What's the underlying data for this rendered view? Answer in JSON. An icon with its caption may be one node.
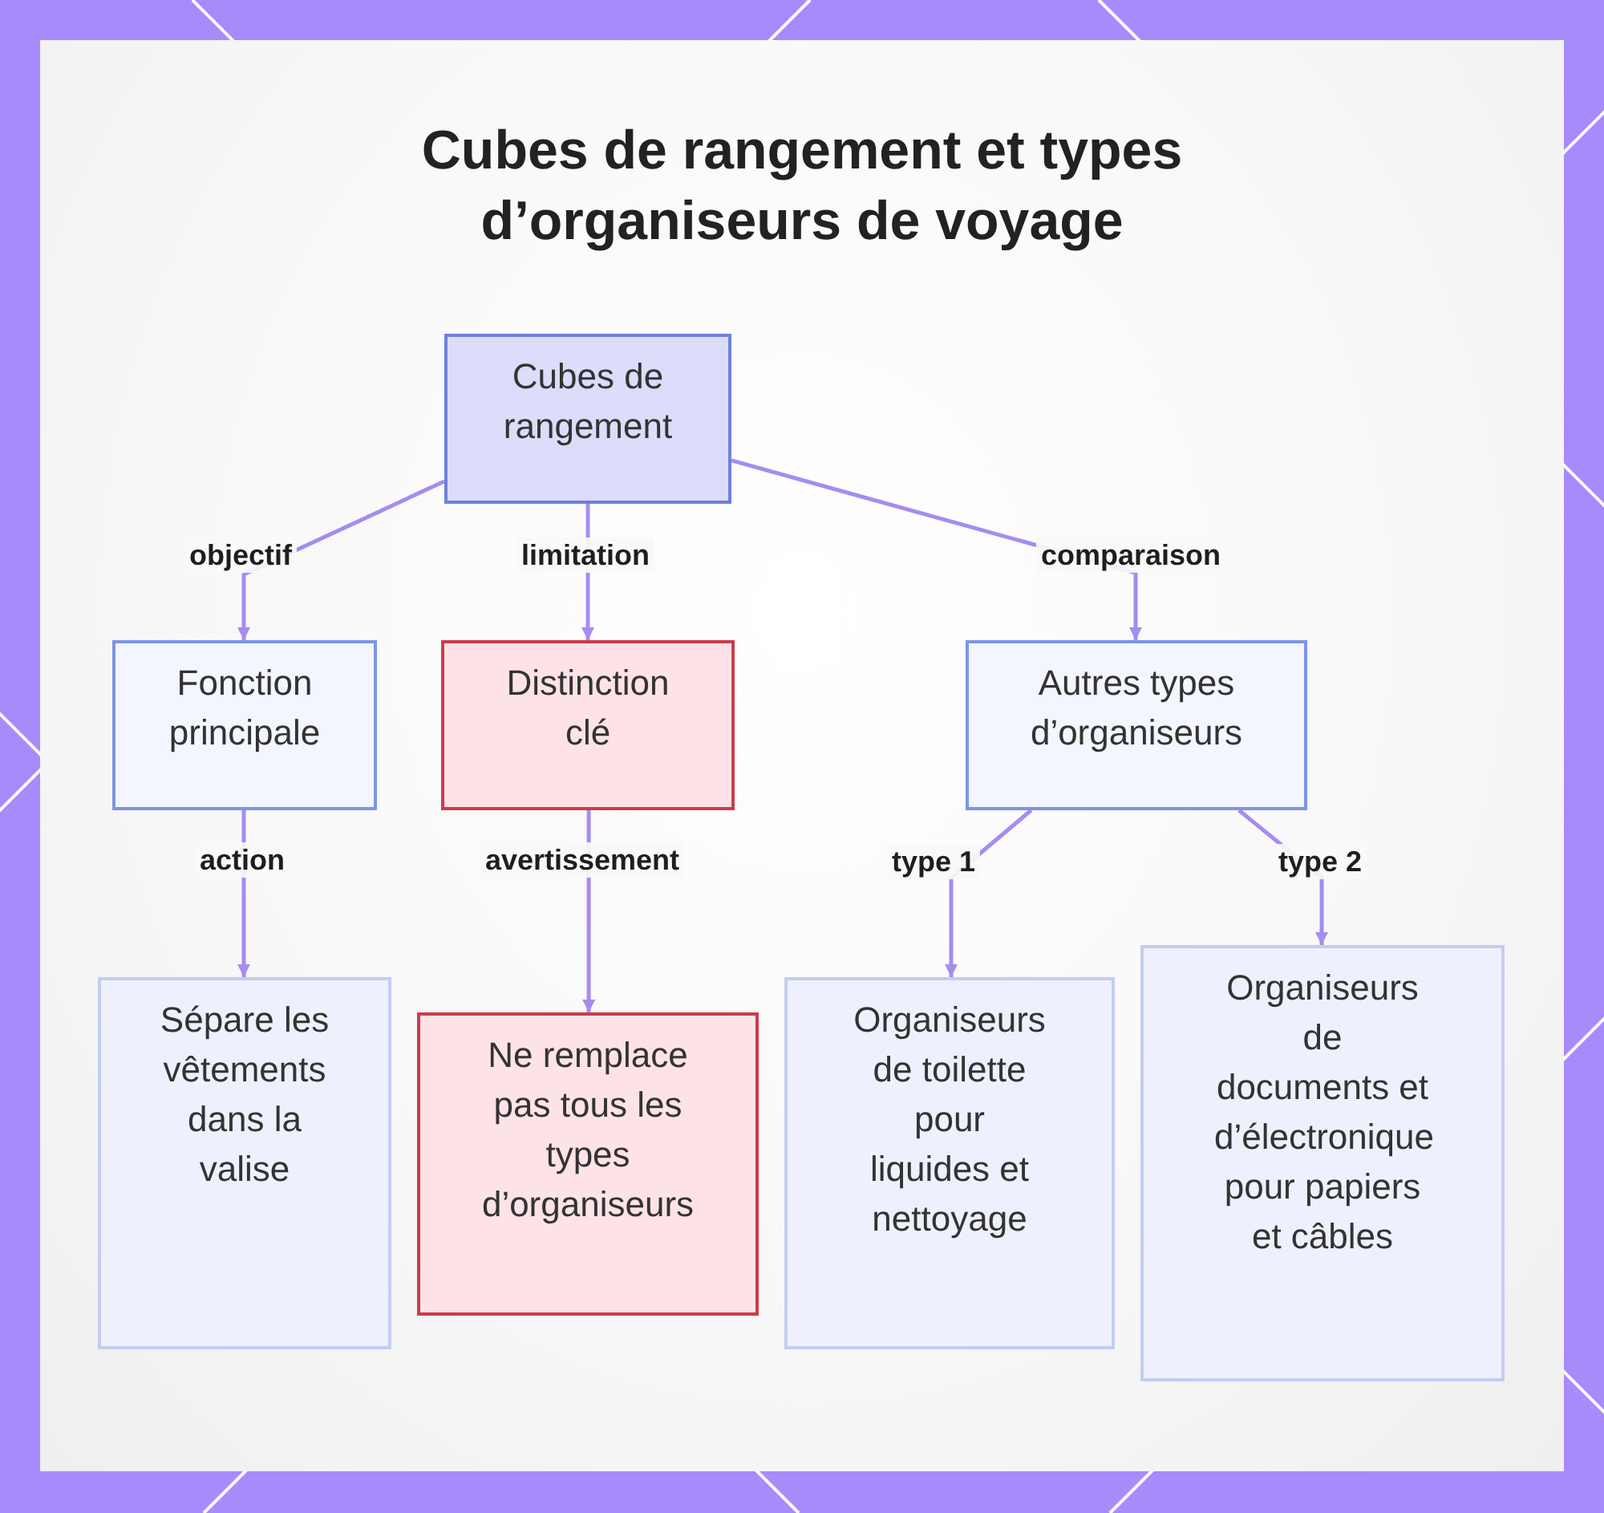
{
  "diagram": {
    "title": "Cubes de rangement et types d’organiseurs de voyage",
    "nodes": [
      {
        "text": [
          "Cubes de rangement"
        ]
      },
      {
        "text": [
          "Fonction principale"
        ]
      },
      {
        "text": [
          "Distinction clé"
        ]
      },
      {
        "text": [
          "Autres types d’organiseurs"
        ]
      },
      {
        "text": [
          "Sépare les vêtements dans la valise"
        ]
      },
      {
        "text": [
          "Ne remplace pas tous les types d’organiseurs"
        ]
      },
      {
        "text": [
          "Organiseurs de toilette pour liquides et nettoyage"
        ]
      },
      {
        "text": [
          "Organiseurs de documents et d’électronique pour papiers et câbles"
        ]
      }
    ],
    "edges": [
      {
        "from": 0,
        "to": 1,
        "arrow": "to",
        "label": "objectif"
      },
      {
        "from": 0,
        "to": 2,
        "arrow": "to",
        "label": "limitation"
      },
      {
        "from": 0,
        "to": 3,
        "arrow": "to",
        "label": "comparaison"
      },
      {
        "from": 1,
        "to": 4,
        "arrow": "to",
        "label": "action"
      },
      {
        "from": 2,
        "to": 5,
        "arrow": "to",
        "label": "avertissement"
      },
      {
        "from": 3,
        "to": 6,
        "arrow": "to",
        "label": "type 1"
      },
      {
        "from": 3,
        "to": 7,
        "arrow": "to",
        "label": "type 2"
      }
    ]
  }
}
